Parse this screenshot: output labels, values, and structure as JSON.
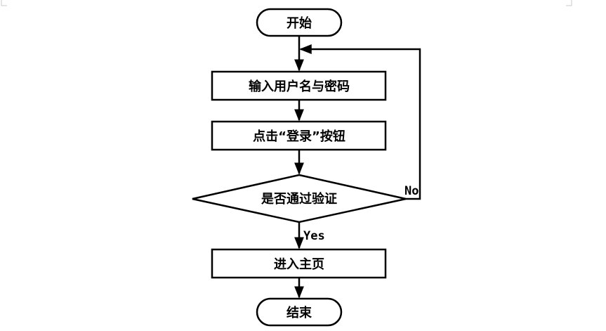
{
  "flowchart": {
    "start": "开始",
    "input_step": "输入用户名与密码",
    "click_step": "点击“登录”按钮",
    "decision": "是否通过验证",
    "yes_label": "Yes",
    "no_label": "No",
    "home_step": "进入主页",
    "end": "结束"
  }
}
